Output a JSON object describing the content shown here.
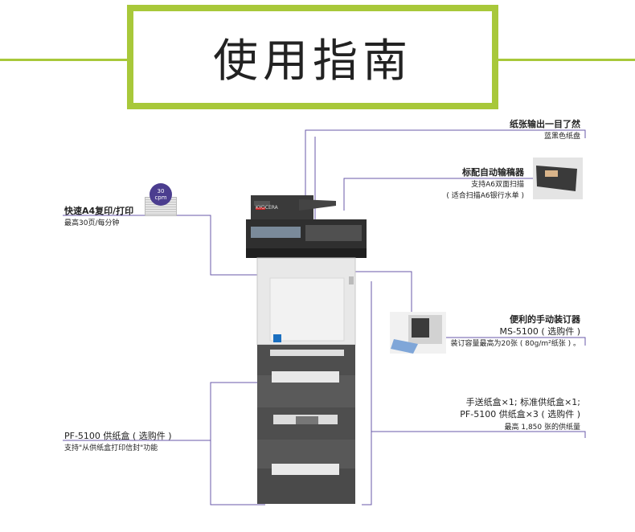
{
  "title": "使用指南",
  "callouts": {
    "output": {
      "line1": "纸张输出一目了然",
      "line2": "蓝黑色纸盘"
    },
    "adf": {
      "line1": "标配自动输稿器",
      "line2": "支持A6双面扫描",
      "line3": "( 适合扫描A6银行水单 )"
    },
    "speed": {
      "line1": "快速A4复印/打印",
      "line2": "最高30页/每分钟",
      "badge_num": "30",
      "badge_unit": "cpm"
    },
    "stapler": {
      "line1": "便利的手动装订器",
      "line2": "MS-5100 ( 选购件 )",
      "line3": "装订容量最高为20张 ( 80g/m²纸张 ) 。"
    },
    "trays": {
      "line1": "手送纸盒×1; 标准供纸盒×1;",
      "line2": "PF-5100 供纸盒×3 ( 选购件 )",
      "line3": "最高 1,850 张的供纸量"
    },
    "pf5100": {
      "line1": "PF-5100 供纸盒 ( 选购件 )",
      "line2": "支持\"从供纸盒打印信封\"功能"
    }
  },
  "printer_brand": "KYOCERA",
  "colors": {
    "accent": "#a8c83a",
    "leader": "#6a5aa8",
    "badge": "#4b3d8f"
  }
}
